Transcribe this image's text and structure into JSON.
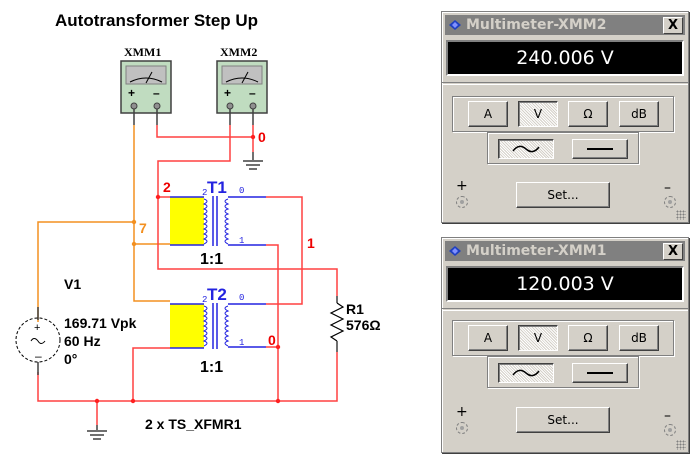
{
  "schematic": {
    "title": "Autotransformer Step Up",
    "meters": [
      {
        "label": "XMM1"
      },
      {
        "label": "XMM2"
      }
    ],
    "source": {
      "name": "V1",
      "amplitude": "169.71 Vpk",
      "frequency": "60 Hz",
      "phase": "0°"
    },
    "transformers": [
      {
        "name": "T1",
        "ratio": "1:1",
        "pin_primary": "2",
        "pin_top": "0",
        "pin_bottom": "1"
      },
      {
        "name": "T2",
        "ratio": "1:1",
        "pin_primary": "2",
        "pin_top": "0",
        "pin_bottom": "1"
      }
    ],
    "resistor": {
      "name": "R1",
      "value": "576Ω"
    },
    "nets": {
      "n0_top": "0",
      "n2": "2",
      "n7": "7",
      "n1": "1",
      "n0_bottom": "0"
    },
    "part_label": "2 x TS_XFMR1"
  },
  "multimeters": [
    {
      "title": "Multimeter-XMM2",
      "close": "X",
      "reading": "240.006 V",
      "modes": [
        "A",
        "V",
        "Ω",
        "dB"
      ],
      "active_mode": "V",
      "signal": [
        "ac-wave",
        "dc-line"
      ],
      "active_signal": "ac-wave",
      "set_label": "Set...",
      "plus": "+",
      "minus": "–"
    },
    {
      "title": "Multimeter-XMM1",
      "close": "X",
      "reading": "120.003 V",
      "modes": [
        "A",
        "V",
        "Ω",
        "dB"
      ],
      "active_mode": "V",
      "signal": [
        "ac-wave",
        "dc-line"
      ],
      "active_signal": "ac-wave",
      "set_label": "Set...",
      "plus": "+",
      "minus": "–"
    }
  ],
  "colors": {
    "wire_red": "#ff4040",
    "wire_orange": "#f39020",
    "coil_blue": "#2323e0",
    "core_yellow": "#ffff00",
    "panel": "#d4d0c8"
  }
}
